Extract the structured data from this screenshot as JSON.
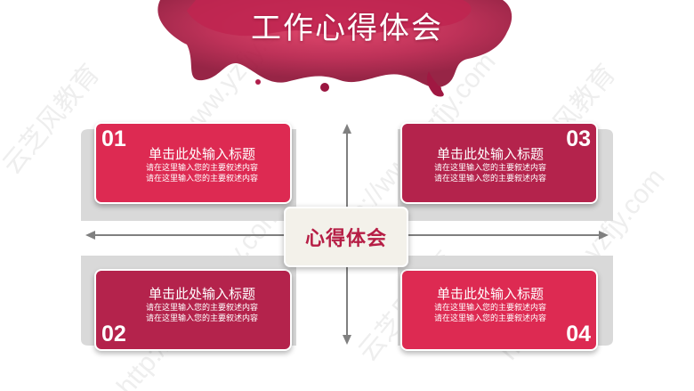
{
  "slide": {
    "title": "工作心得体会",
    "center_label": "心得体会"
  },
  "cards": [
    {
      "number": "01",
      "heading": "单击此处输入标题",
      "line1": "请在这里输入您的主要叙述内容",
      "line2": "请在这里输入您的主要叙述内容"
    },
    {
      "number": "02",
      "heading": "单击此处输入标题",
      "line1": "请在这里输入您的主要叙述内容",
      "line2": "请在这里输入您的主要叙述内容"
    },
    {
      "number": "03",
      "heading": "单击此处输入标题",
      "line1": "请在这里输入您的主要叙述内容",
      "line2": "请在这里输入您的主要叙述内容"
    },
    {
      "number": "04",
      "heading": "单击此处输入标题",
      "line1": "请在这里输入您的主要叙述内容",
      "line2": "请在这里输入您的主要叙述内容"
    }
  ],
  "watermark": {
    "site": "http://www.yzfjy.com",
    "brand": "云芝风教育"
  },
  "colors": {
    "card_pink": "#dd2a52",
    "card_wine": "#b4234c",
    "center_text": "#b61e45",
    "frame": "#d9d9d9",
    "arrow": "#808080"
  },
  "icons": [
    "ink-splash-image",
    "arrow-up-icon",
    "arrow-down-icon",
    "arrow-left-icon",
    "arrow-right-icon"
  ]
}
